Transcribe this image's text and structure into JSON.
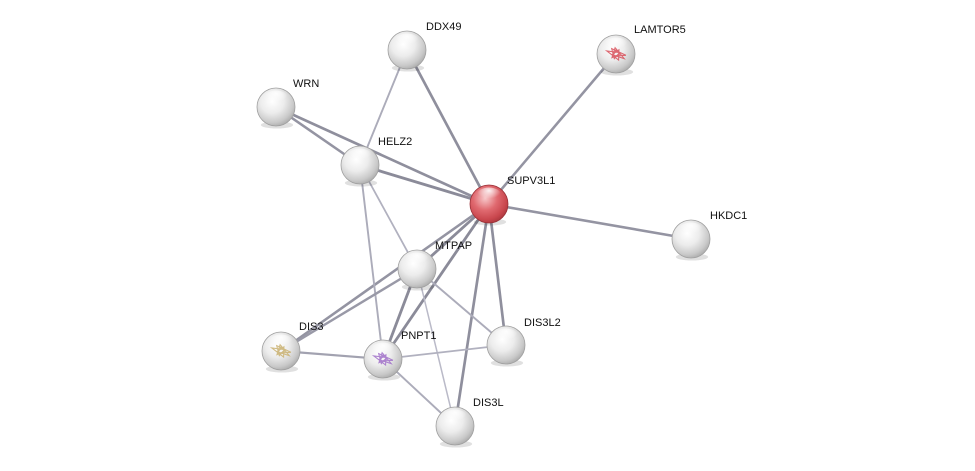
{
  "network": {
    "query_node": "SUPV3L1",
    "nodes": [
      {
        "id": "SUPV3L1",
        "label": "SUPV3L1",
        "query": true,
        "color": "#d9545a",
        "structure": null
      },
      {
        "id": "DDX49",
        "label": "DDX49",
        "query": false,
        "color": "#e6e6e6",
        "structure": null
      },
      {
        "id": "LAMTOR5",
        "label": "LAMTOR5",
        "query": false,
        "color": "#e6e6e6",
        "structure": "#d8505a"
      },
      {
        "id": "WRN",
        "label": "WRN",
        "query": false,
        "color": "#e6e6e6",
        "structure": null
      },
      {
        "id": "HELZ2",
        "label": "HELZ2",
        "query": false,
        "color": "#e6e6e6",
        "structure": null
      },
      {
        "id": "HKDC1",
        "label": "HKDC1",
        "query": false,
        "color": "#e6e6e6",
        "structure": null
      },
      {
        "id": "MTPAP",
        "label": "MTPAP",
        "query": false,
        "color": "#e6e6e6",
        "structure": null
      },
      {
        "id": "DIS3",
        "label": "DIS3",
        "query": false,
        "color": "#e6e6e6",
        "structure": "#c9b070"
      },
      {
        "id": "PNPT1",
        "label": "PNPT1",
        "query": false,
        "color": "#e6e6e6",
        "structure": "#a070c8"
      },
      {
        "id": "DIS3L2",
        "label": "DIS3L2",
        "query": false,
        "color": "#e6e6e6",
        "structure": null
      },
      {
        "id": "DIS3L",
        "label": "DIS3L",
        "query": false,
        "color": "#e6e6e6",
        "structure": null
      }
    ],
    "edges": [
      {
        "source": "SUPV3L1",
        "target": "DDX49",
        "strength": 0.65
      },
      {
        "source": "SUPV3L1",
        "target": "LAMTOR5",
        "strength": 0.6
      },
      {
        "source": "SUPV3L1",
        "target": "WRN",
        "strength": 0.65
      },
      {
        "source": "SUPV3L1",
        "target": "HELZ2",
        "strength": 0.7
      },
      {
        "source": "SUPV3L1",
        "target": "HKDC1",
        "strength": 0.6
      },
      {
        "source": "SUPV3L1",
        "target": "MTPAP",
        "strength": 0.7
      },
      {
        "source": "SUPV3L1",
        "target": "DIS3",
        "strength": 0.6
      },
      {
        "source": "SUPV3L1",
        "target": "PNPT1",
        "strength": 0.7
      },
      {
        "source": "SUPV3L1",
        "target": "DIS3L2",
        "strength": 0.65
      },
      {
        "source": "SUPV3L1",
        "target": "DIS3L",
        "strength": 0.65
      },
      {
        "source": "DDX49",
        "target": "HELZ2",
        "strength": 0.35
      },
      {
        "source": "WRN",
        "target": "HELZ2",
        "strength": 0.6
      },
      {
        "source": "HELZ2",
        "target": "MTPAP",
        "strength": 0.3
      },
      {
        "source": "HELZ2",
        "target": "PNPT1",
        "strength": 0.35
      },
      {
        "source": "MTPAP",
        "target": "DIS3",
        "strength": 0.55
      },
      {
        "source": "MTPAP",
        "target": "PNPT1",
        "strength": 0.7
      },
      {
        "source": "MTPAP",
        "target": "DIS3L2",
        "strength": 0.35
      },
      {
        "source": "MTPAP",
        "target": "DIS3L",
        "strength": 0.2
      },
      {
        "source": "DIS3",
        "target": "PNPT1",
        "strength": 0.45
      },
      {
        "source": "PNPT1",
        "target": "DIS3L2",
        "strength": 0.3
      },
      {
        "source": "PNPT1",
        "target": "DIS3L",
        "strength": 0.35
      }
    ]
  }
}
